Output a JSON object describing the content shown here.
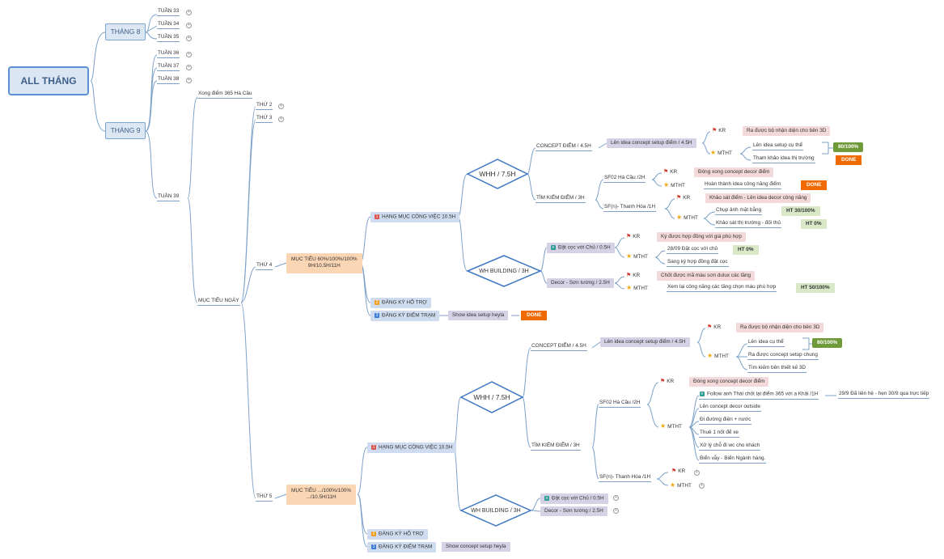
{
  "root": "ALL THÁNG",
  "months": {
    "m8": "THÁNG 8",
    "m9": "THÁNG 9"
  },
  "weeks": {
    "w33": "TUẦN 33",
    "w34": "TUẦN 34",
    "w35": "TUẦN 35",
    "w36": "TUẦN 36",
    "w37": "TUẦN 37",
    "w38": "TUẦN 38",
    "w39": "TUẦN 39"
  },
  "w39": {
    "xong": "Xong điểm 365 Hà Cầu",
    "muc_tieu_ngay": "MỤC TIÊU NGÀY"
  },
  "days": {
    "t2": "THỨ 2",
    "t3": "THỨ 3",
    "t4": "THỨ 4",
    "t5": "THỨ 5"
  },
  "t4": {
    "muctieu": "MỤC TIÊU 60%/100%/100%\n9H/10.5H/11H",
    "hmcv": "HẠNG MỤC CÔNG VIỆC 10.5H",
    "hmcv_badge": "1",
    "whh": "WHH / 7.5H",
    "concept": "CONCEPT ĐIỂM / 4.5H",
    "len_idea": "Lên idea concept setup điểm / 4.5H",
    "kr1": "KR",
    "kr1_item": "Ra được bộ nhận diện cho bên 3D",
    "mtht1": "MTHT",
    "len_idea_cu_the": "Lên idea setup cụ thể",
    "tham_khao": "Tham khảo idea thị trường",
    "pct1": "80/100%",
    "done1": "DONE",
    "tim_kiem": "TÌM KIẾM ĐIỂM / 3H",
    "sf02": "SF02 Hà Cầu /2H",
    "kr2": "KR",
    "kr2_item": "Đóng xong concept decor điểm",
    "mtht2": "MTHT",
    "hoan_thanh": "Hoàn thành idea công năng điểm",
    "done2": "DONE",
    "sfn": "SF(n)- Thanh Hóa /1H",
    "kr3": "KR",
    "kr3_item": "Khảo sát điểm - Lên idea decor công năng",
    "mtht3": "MTHT",
    "chup_anh": "Chụp ảnh mặt bằng",
    "ht30": "HT 30/100%",
    "khao_sat": "Khảo sát thị trường - đối thủ",
    "ht0a": "HT 0%",
    "wh_building": "WH BUILDING / 3H",
    "dat_coc": "Đặt cọc với Chủ / 0.5H",
    "kr4": "KR",
    "kr4_item": "Ký được hợp đồng với giá phù hợp",
    "mtht4": "MTHT",
    "dat_coc_2809": "28/09 Đặt cọc với chủ",
    "ht0b": "HT 0%",
    "sang_ky": "Sang ký hợp đồng đặt cọc",
    "decor": "Decor - Sơn tường / 2.5H",
    "kr5": "KR",
    "kr5_item": "Chốt được mã màu sơn dulux các tầng",
    "mtht5": "MTHT",
    "xem_lai": "Xem lại công năng các tầng chọn màu phù hợp",
    "ht50": "HT 50/100%",
    "dkht": "ĐĂNG KÝ HỖ TRỢ",
    "dkht_badge": "2",
    "dkdt": "ĐĂNG KÝ ĐIỂM TRẠM",
    "dkdt_badge": "3",
    "show_idea": "Show idea setup heyla",
    "done3": "DONE"
  },
  "t5": {
    "muctieu": "MỤC TIÊU .../100%/100%\n.../10.5H/11H",
    "hmcv": "HẠNG MỤC CÔNG VIỆC 10.5H",
    "hmcv_badge": "1",
    "whh": "WHH / 7.5H",
    "concept": "CONCEPT ĐIỂM / 4.5H",
    "len_idea": "Lên idea concept setup điểm / 4.5H",
    "kr1": "KR",
    "kr1_item": "Ra được bộ nhận diện cho bên 3D",
    "mtht1": "MTHT",
    "len_idea_cu_the": "Lên idea cụ thể",
    "pct1": "80/100%",
    "ra_duoc": "Ra được concept setup chung",
    "tim_kiem_ben": "Tìm kiếm bên thiết kế 3D",
    "tim_kiem": "TÌM KIẾM ĐIỂM / 3H",
    "sf02": "SF02 Hà Cầu /2H",
    "kr2": "KR",
    "kr2_item": "Đóng xong concept decor điểm",
    "mtht2": "MTHT",
    "follow": "Follow anh Thái chốt lại điểm 365 với a Khải /1H",
    "follow_note": "29/9 Đã liên hệ - hẹn 30/9 qua trực tiếp",
    "m1": "Lên concept decor outside",
    "m2": "Đi đường điện + nước",
    "m3": "Thuê 1 nốt để xe",
    "m4": "Xử lý chỗ đi wc cho khách",
    "m5": "Biển vẫy - Biển Ngành hàng.",
    "sfn": "SF(n)- Thanh Hóa /1H",
    "kr3": "KR",
    "mtht3": "MTHT",
    "wh_building": "WH BUILDING / 3H",
    "dat_coc": "Đặt cọc với Chủ / 0.5H",
    "decor": "Decor - Sơn tường / 2.5H",
    "dkht": "ĐĂNG KÝ HỖ TRỢ",
    "dkht_badge": "2",
    "dkdt": "ĐĂNG KÝ ĐIỂM TRẠM",
    "dkdt_badge": "3",
    "show_concept": "Show concept setup heyla"
  },
  "colors": {
    "line": "#7da2c9",
    "done": "#f06a00",
    "pct": "#6f9a3a",
    "ht": "#d9e8c7",
    "lavender": "#d6d2e6",
    "pink": "#f3d9d9",
    "orange": "#fbd6b4"
  }
}
